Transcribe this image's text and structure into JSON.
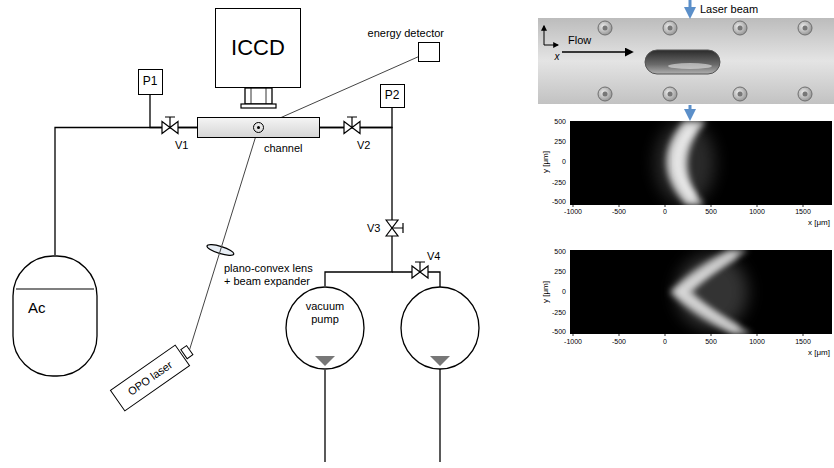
{
  "diagram": {
    "nodes": [
      {
        "text": [
          "ICCD"
        ]
      },
      {
        "text": [
          "energy detector"
        ]
      },
      {
        "text": [
          "P1"
        ]
      },
      {
        "text": [
          "P2"
        ]
      },
      {
        "text": [
          "channel"
        ]
      },
      {
        "text": [
          "Ac"
        ]
      },
      {
        "text": [
          "vacuum pump"
        ]
      },
      {
        "text": [
          "OPO laser"
        ]
      }
    ],
    "edges": [
      {
        "from": 5,
        "to": 4,
        "arrow": "none"
      },
      {
        "from": 2,
        "to": 4,
        "arrow": "none"
      },
      {
        "from": 4,
        "to": 3,
        "arrow": "none"
      },
      {
        "from": 4,
        "to": 6,
        "arrow": "none"
      },
      {
        "from": 7,
        "to": 1,
        "arrow": "none"
      }
    ],
    "labels": [
      "V1",
      "V2",
      "V3",
      "V4",
      "plano-convex lens + beam expander",
      "Laser beam",
      "Flow",
      "x",
      "500",
      "250",
      "0",
      "-250",
      "-500",
      "y [μm]",
      "-1000",
      "-500",
      "0",
      "500",
      "1000",
      "1500",
      "x [μm]",
      "500",
      "250",
      "0",
      "-250",
      "-500",
      "y [μm]",
      "-1000",
      "-500",
      "0",
      "500",
      "1000",
      "1500",
      "x [μm]"
    ]
  }
}
